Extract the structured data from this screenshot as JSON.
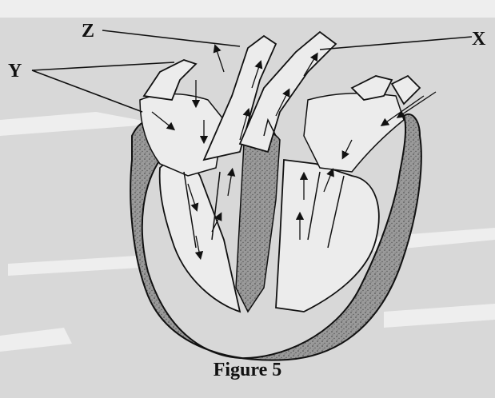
{
  "diagram": {
    "labels": {
      "z": "Z",
      "x": "X",
      "y": "Y"
    },
    "caption": "Figure 5",
    "colors": {
      "background": "#d8d8d8",
      "muscle": "#8a8a8a",
      "chamber": "#ececec",
      "line": "#111111"
    }
  }
}
